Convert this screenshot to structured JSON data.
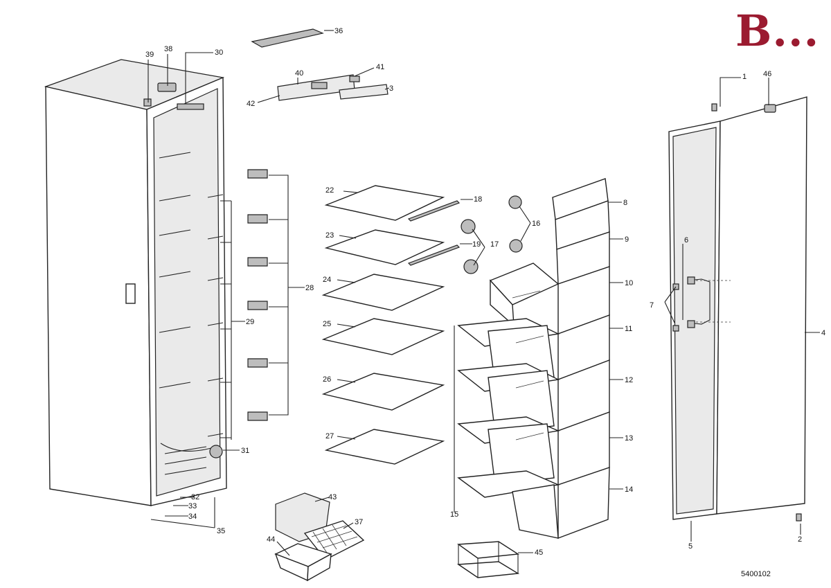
{
  "brand": {
    "text": "B...",
    "color": "#9b1b30"
  },
  "diagram_code": "5400102",
  "part_labels": [
    "1",
    "2",
    "3",
    "4",
    "5",
    "6",
    "7",
    "8",
    "9",
    "10",
    "11",
    "12",
    "13",
    "14",
    "15",
    "16",
    "17",
    "18",
    "19",
    "22",
    "23",
    "24",
    "25",
    "26",
    "27",
    "28",
    "29",
    "30",
    "31",
    "32",
    "33",
    "34",
    "35",
    "36",
    "37",
    "38",
    "39",
    "40",
    "41",
    "42",
    "43",
    "44",
    "45",
    "46"
  ]
}
